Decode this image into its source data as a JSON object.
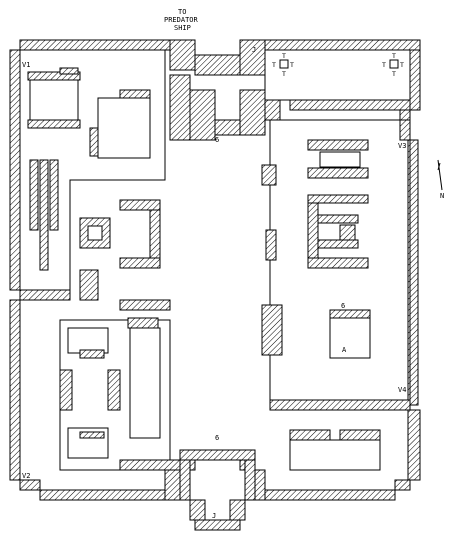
{
  "map": {
    "exit_label_line1": "TO",
    "exit_label_line2": "PREDATOR",
    "exit_label_line3": "SHIP",
    "compass_letter": "N",
    "labels": {
      "v1": "V1",
      "v2": "V2",
      "v3": "V3",
      "v4": "V4",
      "a": "A",
      "j_top": "J",
      "j_bottom": "J",
      "six_top": "6",
      "six_bottom": "6",
      "six_room": "6",
      "t": "T"
    },
    "colors": {
      "wall_stroke": "#000000",
      "hatch": "#000000",
      "background": "#ffffff"
    }
  }
}
